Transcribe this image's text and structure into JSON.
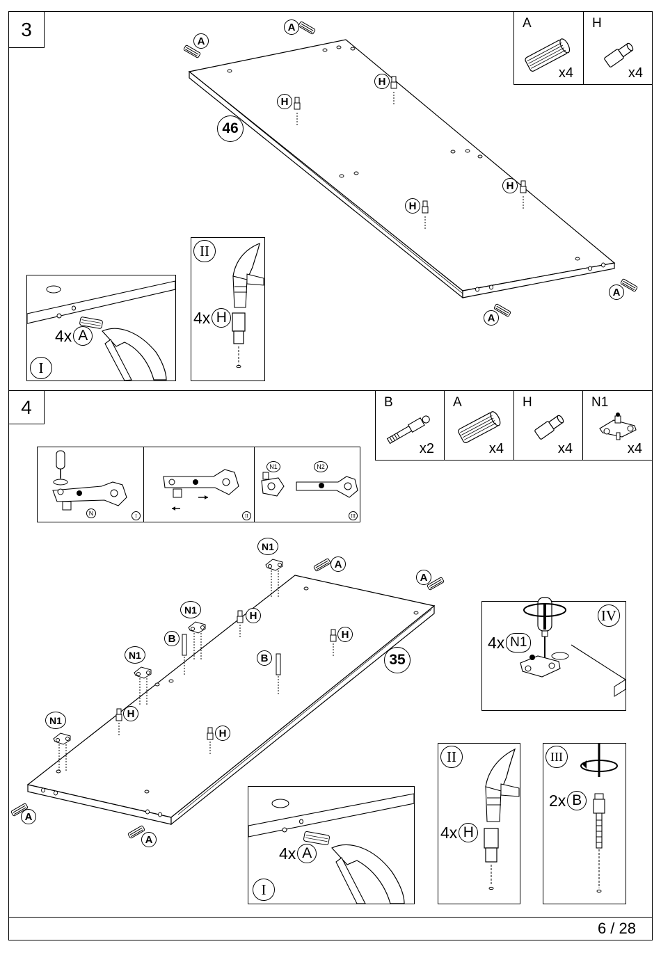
{
  "page": {
    "number": "6 / 28"
  },
  "step3": {
    "number": "3",
    "parts": [
      {
        "label": "A",
        "qty": "x4"
      },
      {
        "label": "H",
        "qty": "x4"
      }
    ],
    "callouts": {
      "a": "A",
      "h": "H"
    },
    "board_number": "46",
    "detail_i": {
      "roman": "I",
      "qty": "4x",
      "part": "A"
    },
    "detail_ii": {
      "roman": "II",
      "qty": "4x",
      "part": "H"
    }
  },
  "step4": {
    "number": "4",
    "parts": [
      {
        "label": "B",
        "qty": "x2"
      },
      {
        "label": "A",
        "qty": "x4"
      },
      {
        "label": "H",
        "qty": "x4"
      },
      {
        "label": "N1",
        "qty": "x4"
      }
    ],
    "hinge_steps": {
      "n": "N",
      "i": "I",
      "ii": "II",
      "iii": "III",
      "n1": "N1",
      "n2": "N2"
    },
    "callouts": {
      "a": "A",
      "h": "H",
      "b": "B",
      "n1": "N1"
    },
    "board_number": "35",
    "detail_i": {
      "roman": "I",
      "qty": "4x",
      "part": "A"
    },
    "detail_ii": {
      "roman": "II",
      "qty": "4x",
      "part": "H"
    },
    "detail_iii": {
      "roman": "III",
      "qty": "2x",
      "part": "B"
    },
    "detail_iv": {
      "roman": "IV",
      "qty": "4x",
      "part": "N1"
    }
  }
}
